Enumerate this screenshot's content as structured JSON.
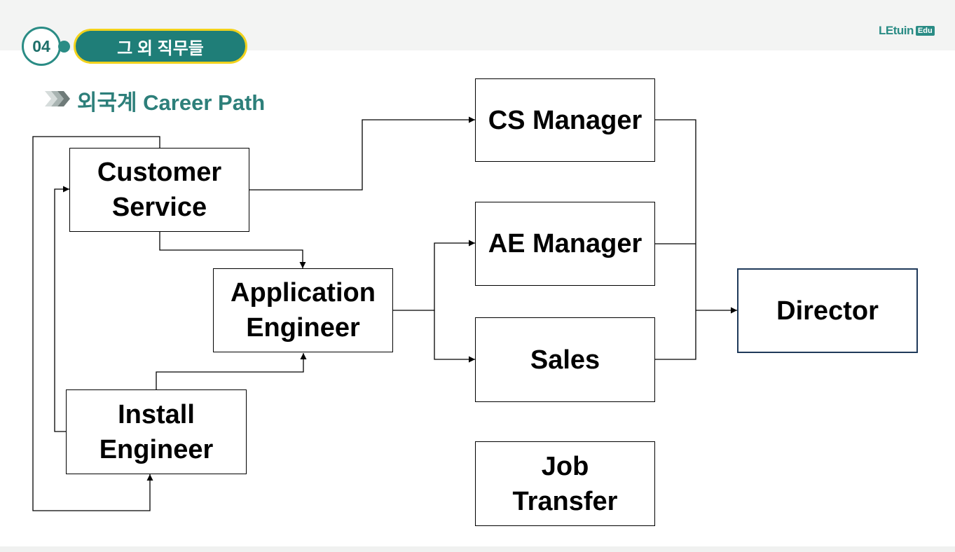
{
  "header": {
    "section_number": "04",
    "section_title": "그 외 직무들",
    "logo_text": "LEtuin",
    "logo_badge": "Edu"
  },
  "subtitle": {
    "icon": "double-chevron-right-icon",
    "text": "외국계 Career Path"
  },
  "diagram": {
    "nodes": {
      "customer_service": "Customer\nService",
      "application_engineer": "Application\nEngineer",
      "install_engineer": "Install\nEngineer",
      "cs_manager": "CS Manager",
      "ae_manager": "AE Manager",
      "sales": "Sales",
      "job_transfer": "Job\nTransfer",
      "director": "Director"
    },
    "edges": [
      {
        "from": "Customer Service",
        "to": "CS Manager"
      },
      {
        "from": "Customer Service",
        "to": "Application Engineer"
      },
      {
        "from": "Customer Service",
        "to": "Install Engineer"
      },
      {
        "from": "Install Engineer",
        "to": "Customer Service"
      },
      {
        "from": "Install Engineer",
        "to": "Application Engineer"
      },
      {
        "from": "Application Engineer",
        "to": "AE Manager"
      },
      {
        "from": "Application Engineer",
        "to": "Sales"
      },
      {
        "from": "CS Manager",
        "to": "Director"
      },
      {
        "from": "AE Manager",
        "to": "Director"
      },
      {
        "from": "Sales",
        "to": "Director"
      }
    ]
  },
  "colors": {
    "accent_teal": "#2a8c85",
    "pill_border_yellow": "#f2d21c",
    "director_border": "#1f3a5a"
  }
}
